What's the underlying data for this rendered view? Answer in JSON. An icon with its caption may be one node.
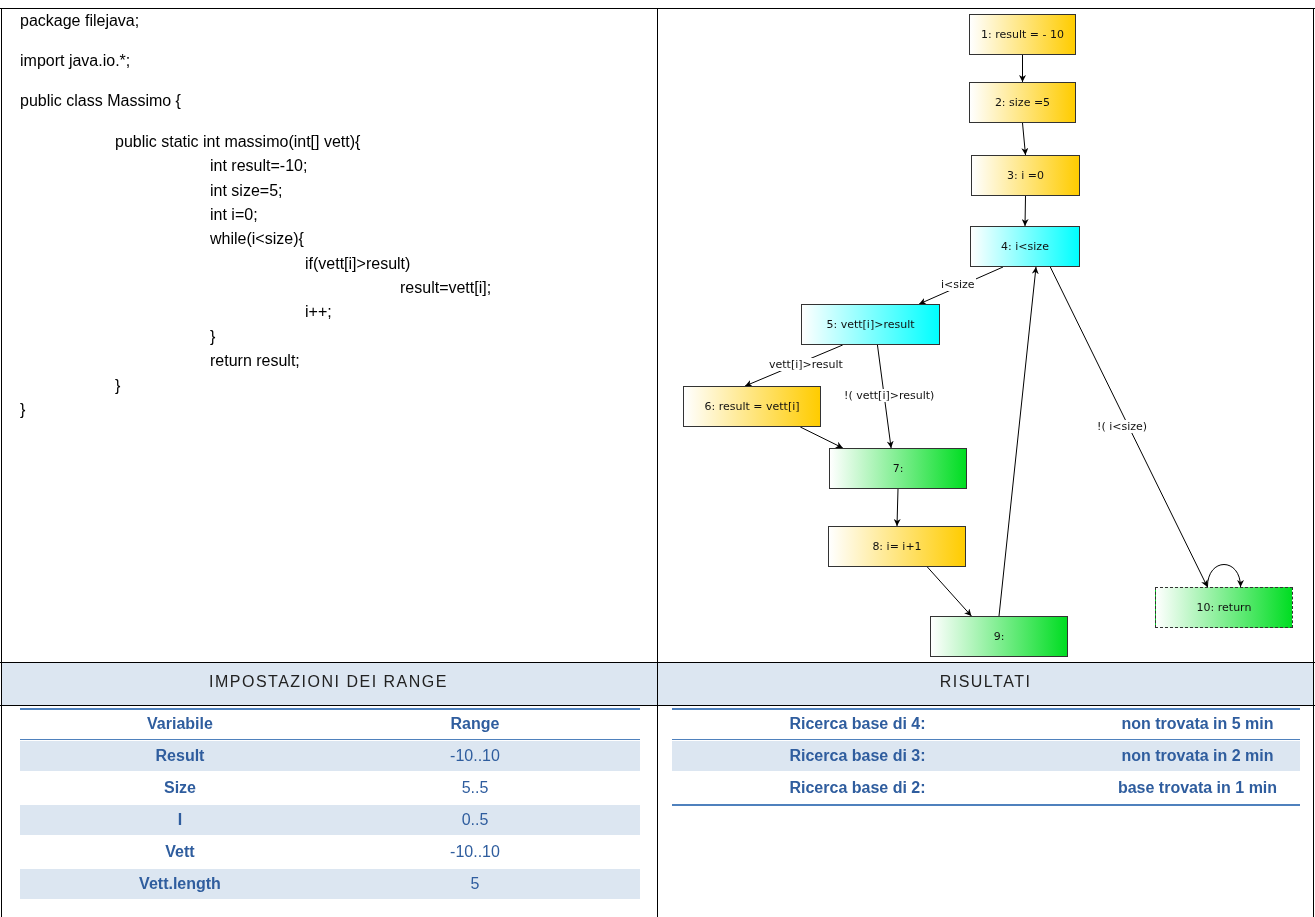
{
  "diagram": {
    "nodes": [
      {
        "text": [
          "1: result = - 10"
        ]
      },
      {
        "text": [
          "2: size =5"
        ]
      },
      {
        "text": [
          "3: i =0"
        ]
      },
      {
        "text": [
          "4:  i<size"
        ]
      },
      {
        "text": [
          "5:  vett[i]>result"
        ]
      },
      {
        "text": [
          "6:  result = vett[i]"
        ]
      },
      {
        "text": [
          "7:"
        ]
      },
      {
        "text": [
          "8:  i= i+1"
        ]
      },
      {
        "text": [
          "9:"
        ]
      },
      {
        "text": [
          "10: return"
        ]
      }
    ],
    "edges": [
      {
        "from": 0,
        "to": 1,
        "arrow": "to"
      },
      {
        "from": 1,
        "to": 2,
        "arrow": "to"
      },
      {
        "from": 2,
        "to": 3,
        "arrow": "to"
      },
      {
        "from": 3,
        "to": 4,
        "arrow": "to",
        "label": "i<size"
      },
      {
        "from": 4,
        "to": 5,
        "arrow": "to",
        "label": "vett[i]>result"
      },
      {
        "from": 4,
        "to": 6,
        "arrow": "to",
        "label": "!( vett[i]>result)"
      },
      {
        "from": 5,
        "to": 6,
        "arrow": "to"
      },
      {
        "from": 6,
        "to": 7,
        "arrow": "to"
      },
      {
        "from": 7,
        "to": 8,
        "arrow": "to"
      },
      {
        "from": 8,
        "to": 3,
        "arrow": "to"
      },
      {
        "from": 3,
        "to": 9,
        "arrow": "to",
        "label": "!( i<size)"
      },
      {
        "from": 9,
        "to": 9,
        "arrow": "to"
      }
    ],
    "labels": [
      "package filejava;",
      "import java.io.*;",
      "public class Massimo {",
      "public static int massimo(int[] vett){",
      "int result=-10;",
      "int size=5;",
      "int i=0;",
      "while(i<size){",
      "if(vett[i]>result)",
      "result=vett[i];",
      "i++;",
      "}",
      "return result;",
      "}",
      "}",
      "IMPOSTAZIONI DEI RANGE",
      "RISULTATI",
      "Variabile",
      "Range",
      "Result",
      "-10..10",
      "Size",
      "5..5",
      "I",
      "0..5",
      "Vett",
      "-10..10",
      "Vett.length",
      "5",
      "Ricerca base di 4:",
      "non trovata in 5 min",
      "Ricerca base di 3:",
      "non trovata in 2 min",
      "Ricerca base di 2:",
      "base trovata in 1 min"
    ]
  }
}
